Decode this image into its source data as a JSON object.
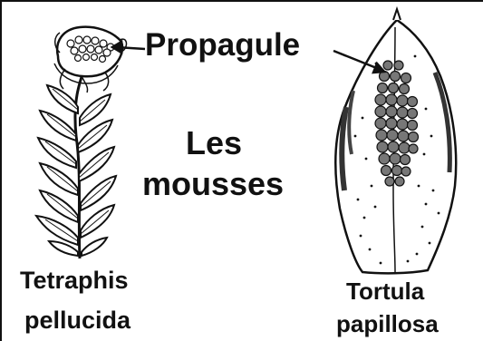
{
  "title": {
    "line1": "Les",
    "line2": "mousses"
  },
  "propagule_label": "Propagule",
  "specimens": [
    {
      "name_line1": "Tetraphis",
      "name_line2": "pellucida"
    },
    {
      "name_line1": "Tortula",
      "name_line2": "papillosa"
    }
  ]
}
